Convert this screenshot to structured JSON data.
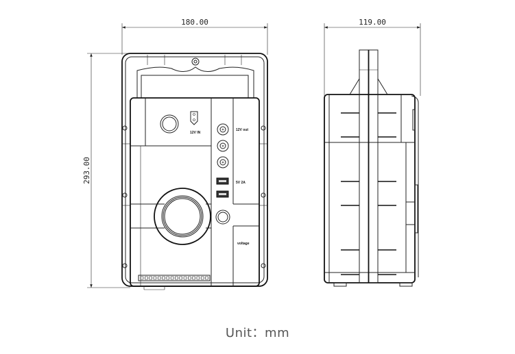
{
  "dimensions": {
    "front_width": "180.00",
    "side_depth": "119.00",
    "height": "293.00"
  },
  "panel_labels": {
    "dc_in": "12V IN",
    "dc_out": "12V out",
    "usb": "5V 2A",
    "voltage": "voltage"
  },
  "unit_label": "Unit：mm"
}
